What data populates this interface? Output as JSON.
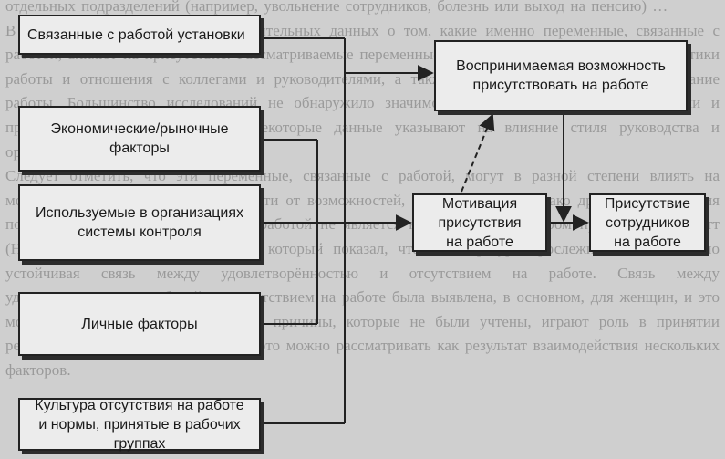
{
  "background_text": [
    "отдельных подразделений (например, увольнение сотрудников, болезнь или выход на пенсию) …",
    "В то же время не существует убедительных данных о том, какие именно переменные, связанные с работой, влияют на присутствие. Рассматриваемые переменные, как правило, включают характеристики работы и отношения с коллегами и руководителями, а также условия оплаты труда и содержание работы. Большинство исследований не обнаружило значимой связи между этими переменными и присутствием на работе, однако некоторые данные указывают на влияние стиля руководства и организационной культуры.",
    "Следует отметить, что эти переменные, связанные с работой, могут в разной степени влиять на мотивацию присутствия, в зависимости от возможностей, чем у мужчин. Однако другие исследования показывают, что удовлетворённость работой не является надёжным предиктором присутствия. Хакетт (Hackett, 1989) провёл мета-анализ, который показал, что в литературе прослеживается слабая, но устойчивая связь между удовлетворённостью и отсутствием на работе. Связь между удовлетворённостью работой и присутствием на работе была выявлена, в основном, для женщин, и это может указывать на то, что другие причины, которые не были учтены, играют роль в принятии решения об отсутствии на работе, и это можно рассматривать как результат взаимодействия нескольких факторов."
  ],
  "diagram": {
    "boxes": {
      "job_situation": "Связанные с работой установки",
      "economic": "Экономические/рыночные\nфакторы",
      "control_systems": "Используемые в организациях\nсистемы контроля",
      "personal": "Личные факторы",
      "absence_culture": "Культура отсутствия на работе\nи нормы, принятые в рабочих\nгруппах",
      "perceived_ability": "Воспринимаемая возможность\nприсутствовать на работе",
      "motivation": "Мотивация\nприсутствия\nна работе",
      "attendance": "Присутствие\nсотрудников\nна работе"
    },
    "colors": {
      "box_fill": "#ececec",
      "line": "#222222",
      "background": "#cfcfcf"
    }
  }
}
